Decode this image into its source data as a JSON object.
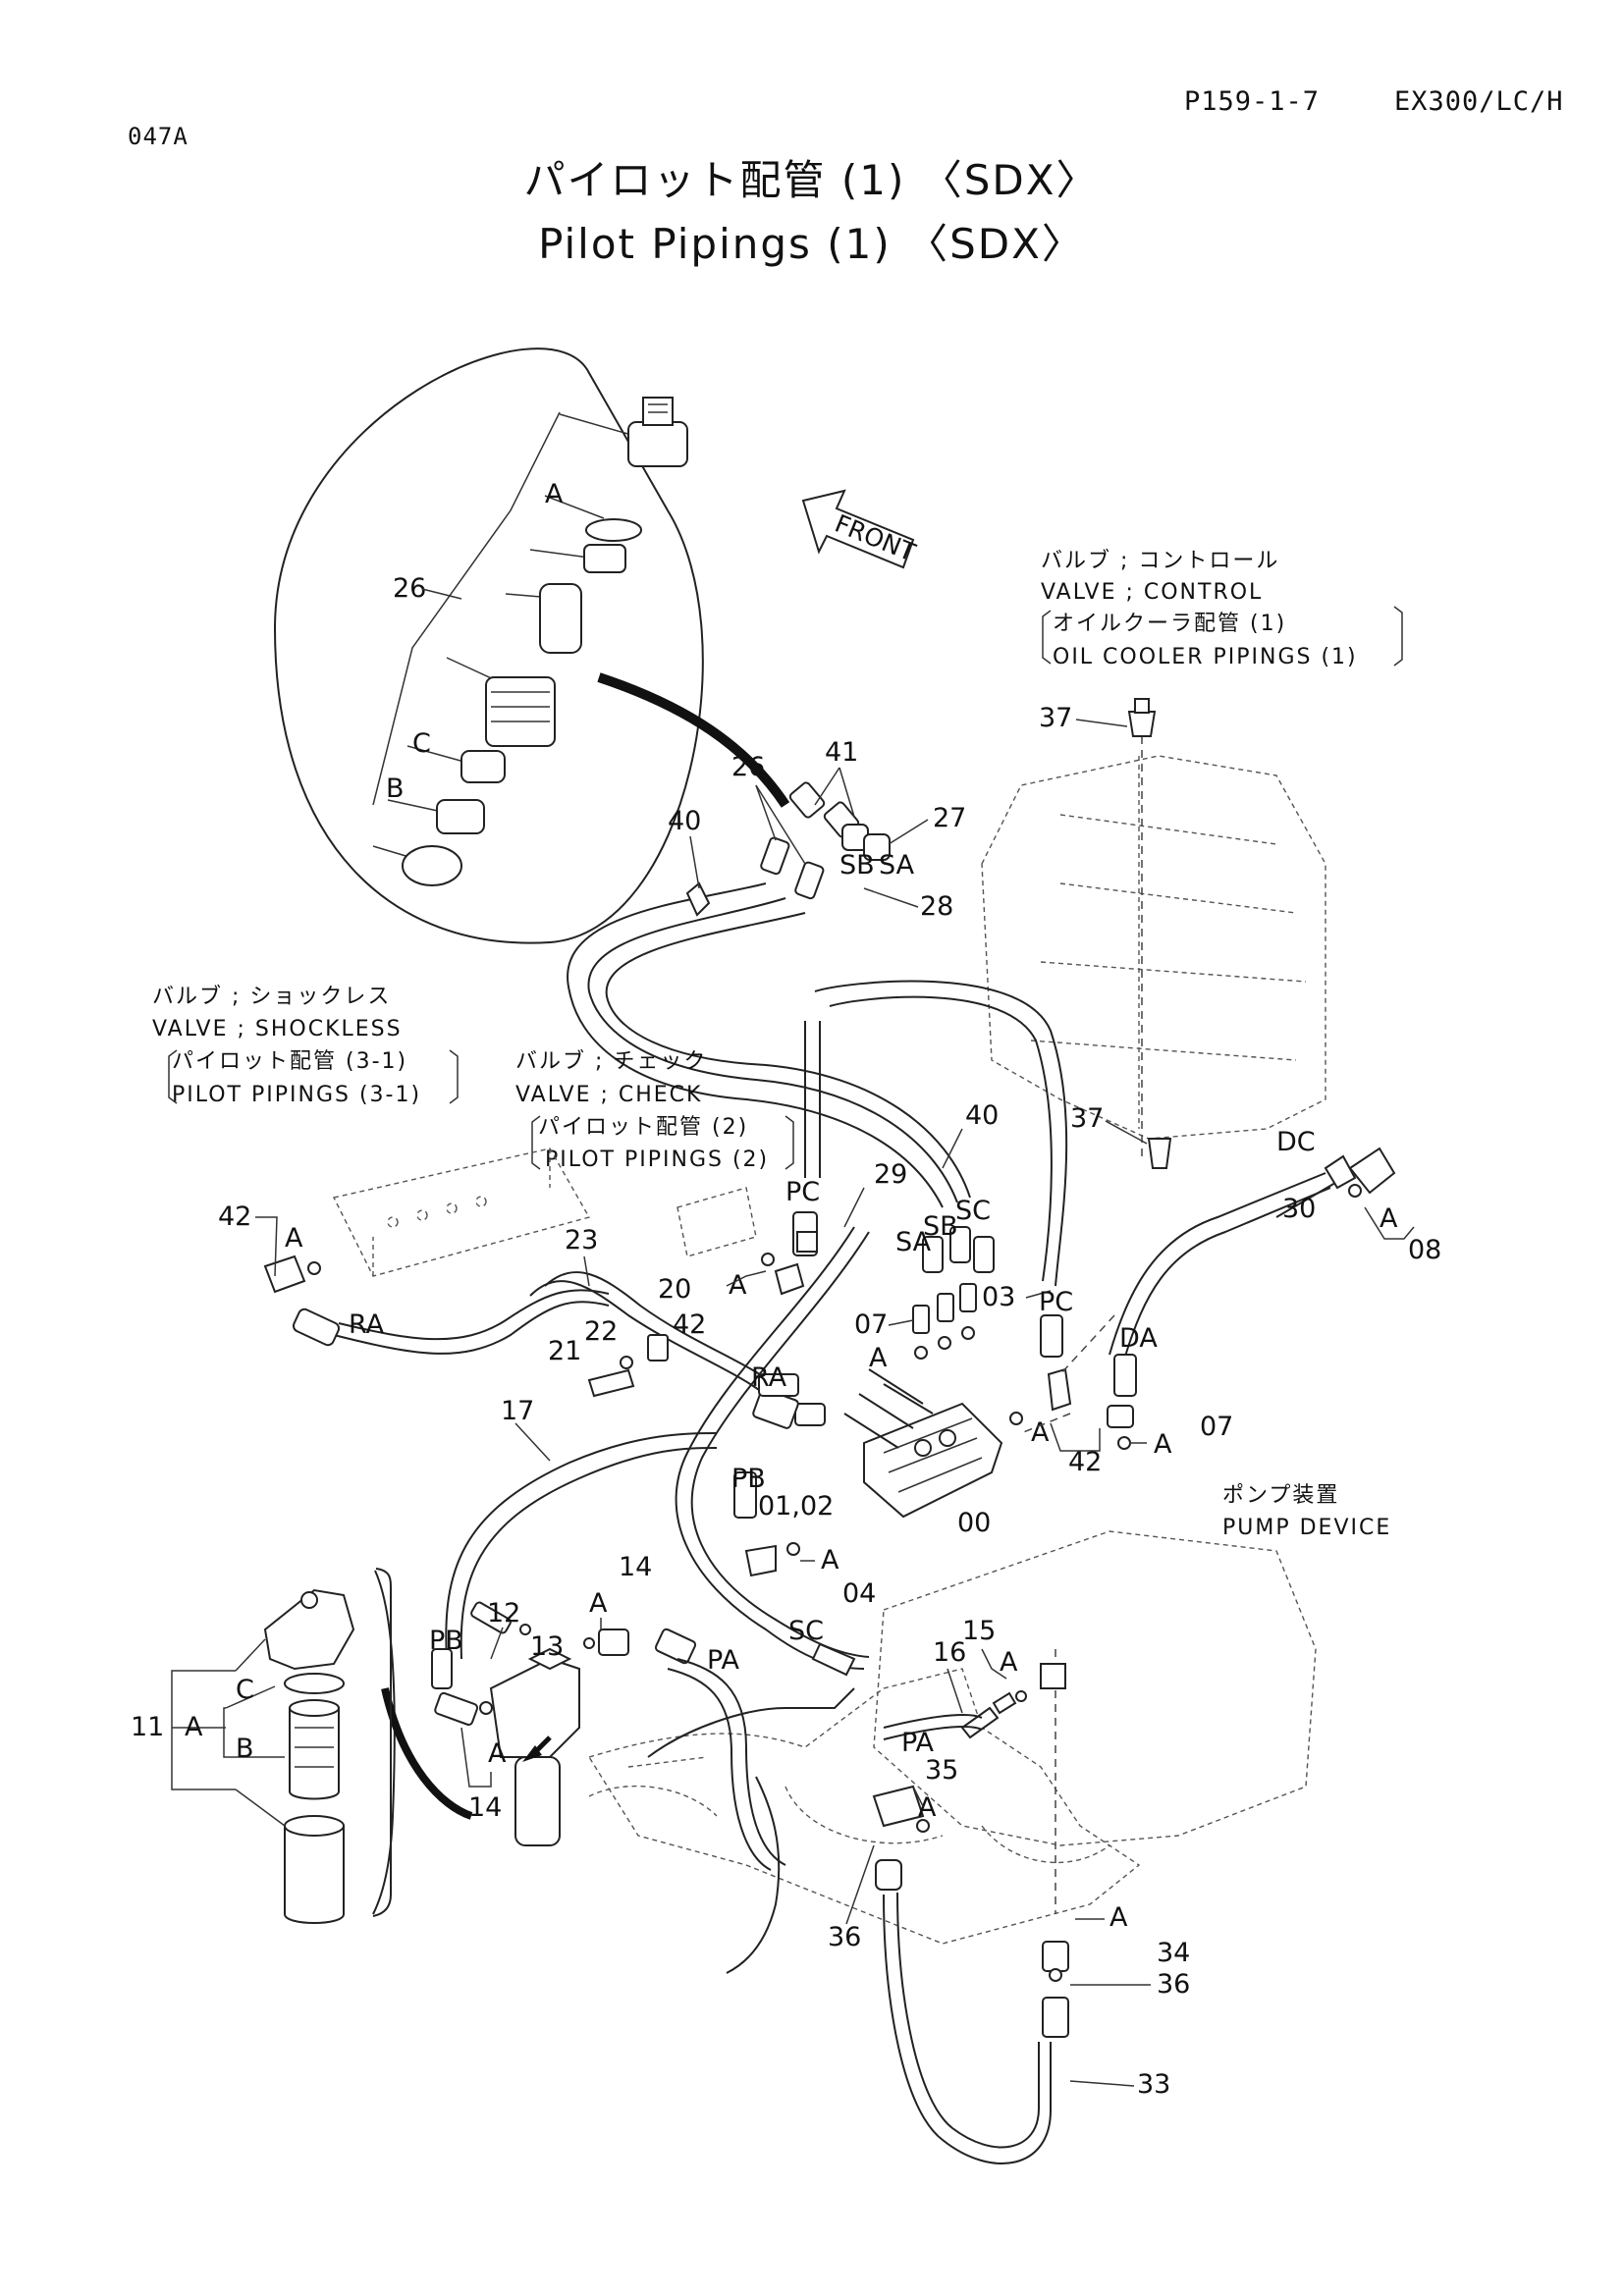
{
  "header": {
    "page_code": "P159-1-7",
    "model": "EX300/LC/H",
    "figure_id": "047A"
  },
  "title": {
    "jp": "パイロット配管 (1) 〈SDX〉",
    "en": "Pilot Pipings (1) 〈SDX〉"
  },
  "front_label": "FRONT",
  "refs": {
    "control_valve": {
      "jp": "バルブ ; コントロール",
      "en": "VALVE ; CONTROL",
      "sub_jp": "オイルクーラ配管 (1)",
      "sub_en": "OIL COOLER PIPINGS (1)"
    },
    "shockless_valve": {
      "jp": "バルブ ; ショックレス",
      "en": "VALVE ; SHOCKLESS",
      "sub_jp": "パイロット配管 (3-1)",
      "sub_en": "PILOT PIPINGS (3-1)"
    },
    "check_valve": {
      "jp": "バルブ ; チェック",
      "en": "VALVE ; CHECK",
      "sub_jp": "パイロット配管 (2)",
      "sub_en": "PILOT PIPINGS (2)"
    },
    "pump_device": {
      "jp": "ポンプ装置",
      "en": "PUMP DEVICE"
    }
  },
  "callouts": {
    "n26a": "26",
    "a_inset": "A",
    "c_inset": "C",
    "b_inset": "B",
    "n26b": "26",
    "n41": "41",
    "n27": "27",
    "n28": "28",
    "n40a": "40",
    "sb1": "SB",
    "sa1": "SA",
    "n37a": "37",
    "n37b": "37",
    "n40b": "40",
    "n29": "29",
    "pc1": "PC",
    "sa2": "SA",
    "sb2": "SB",
    "sc1": "SC",
    "dc": "DC",
    "n30": "30",
    "a_08": "A",
    "n08": "08",
    "n42a": "42",
    "a_42a": "A",
    "ra1": "RA",
    "n23": "23",
    "n20": "20",
    "n22": "22",
    "n21": "21",
    "a_42b": "A",
    "n42b": "42",
    "n07a": "07",
    "a_07a": "A",
    "n03": "03",
    "pc2": "PC",
    "da": "DA",
    "ra2": "RA",
    "a_42c": "A",
    "n42c": "42",
    "n07b": "07",
    "a_07b": "A",
    "n17": "17",
    "pb1": "PB",
    "n0102": "01,02",
    "n00": "00",
    "a_04": "A",
    "n04": "04",
    "n12": "12",
    "n13": "13",
    "n14a": "14",
    "a_14": "A",
    "pb2": "PB",
    "pa1": "PA",
    "sc2": "SC",
    "n16": "16",
    "n15": "15",
    "a_15": "A",
    "pa2": "PA",
    "n11": "11",
    "a_11": "A",
    "c_11": "C",
    "b_11": "B",
    "a_14b": "A",
    "n14b": "14",
    "n35": "35",
    "a_35": "A",
    "n36a": "36",
    "a_34": "A",
    "n34": "34",
    "n36b": "36",
    "n33": "33"
  }
}
